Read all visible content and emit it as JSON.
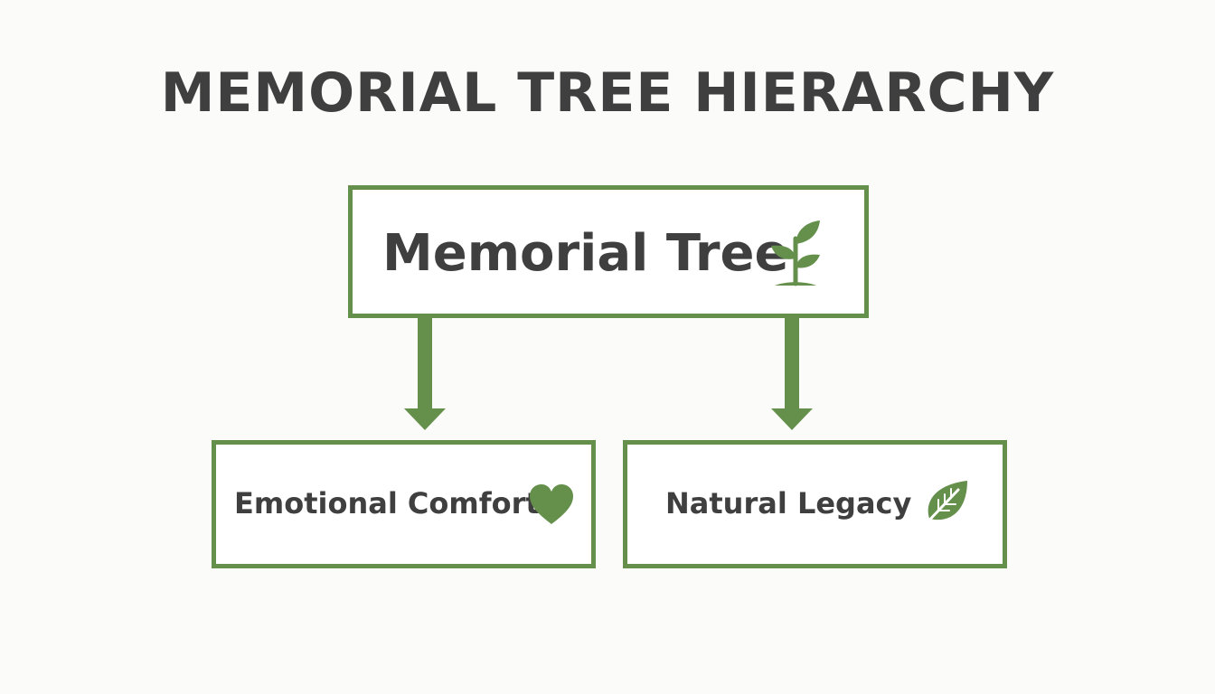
{
  "title": "MEMORIAL TREE HIERARCHY",
  "root": {
    "label": "Memorial Tree",
    "icon": "sprout-icon"
  },
  "children": [
    {
      "label": "Emotional Comfort",
      "icon": "heart-icon"
    },
    {
      "label": "Natural Legacy",
      "icon": "leaf-icon"
    }
  ],
  "colors": {
    "accent": "#65904c",
    "text": "#3f3f3f",
    "background": "#fbfbfa"
  }
}
